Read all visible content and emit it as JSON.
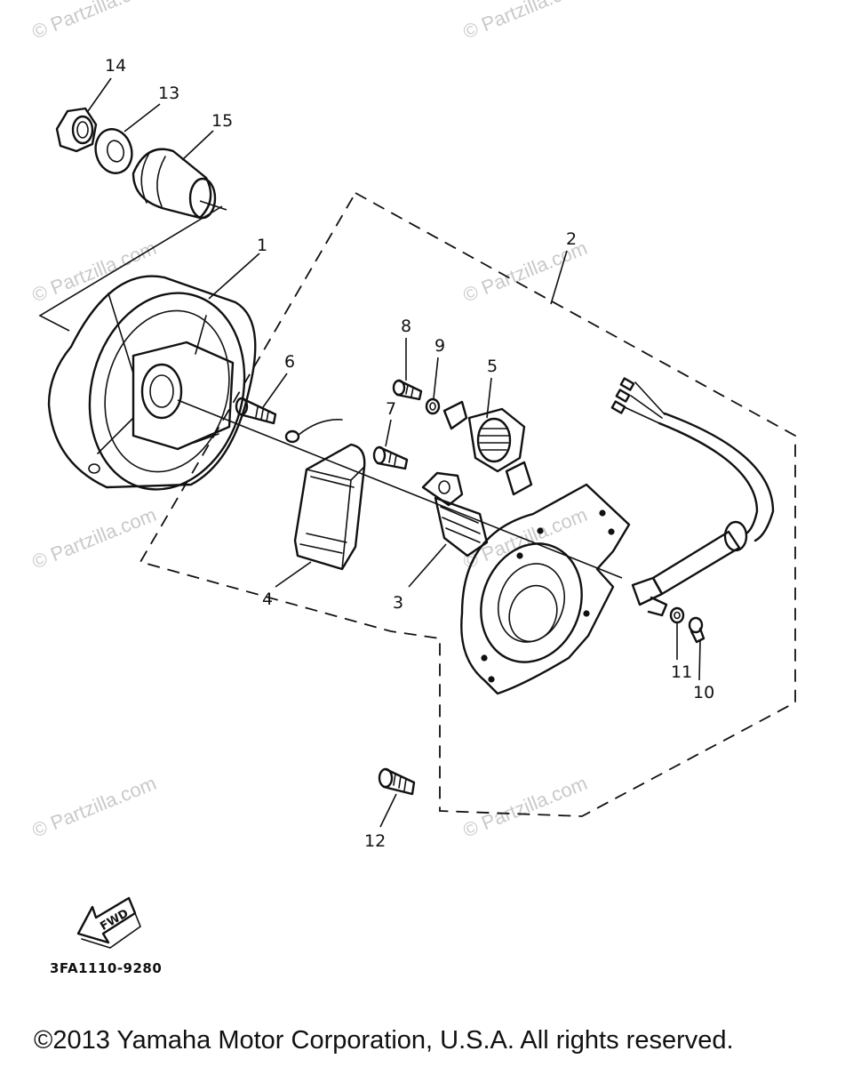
{
  "watermark": "© Partzilla.com",
  "callouts": {
    "p1": "1",
    "p2": "2",
    "p3": "3",
    "p4": "4",
    "p5": "5",
    "p6": "6",
    "p7": "7",
    "p8": "8",
    "p9": "9",
    "p10": "10",
    "p11": "11",
    "p12": "12",
    "p13": "13",
    "p14": "14",
    "p15": "15"
  },
  "fwd_label": "FWD",
  "diagram_code": "3FA1110-9280",
  "copyright": "©2013  Yamaha Motor Corporation, U.S.A. All rights reserved."
}
